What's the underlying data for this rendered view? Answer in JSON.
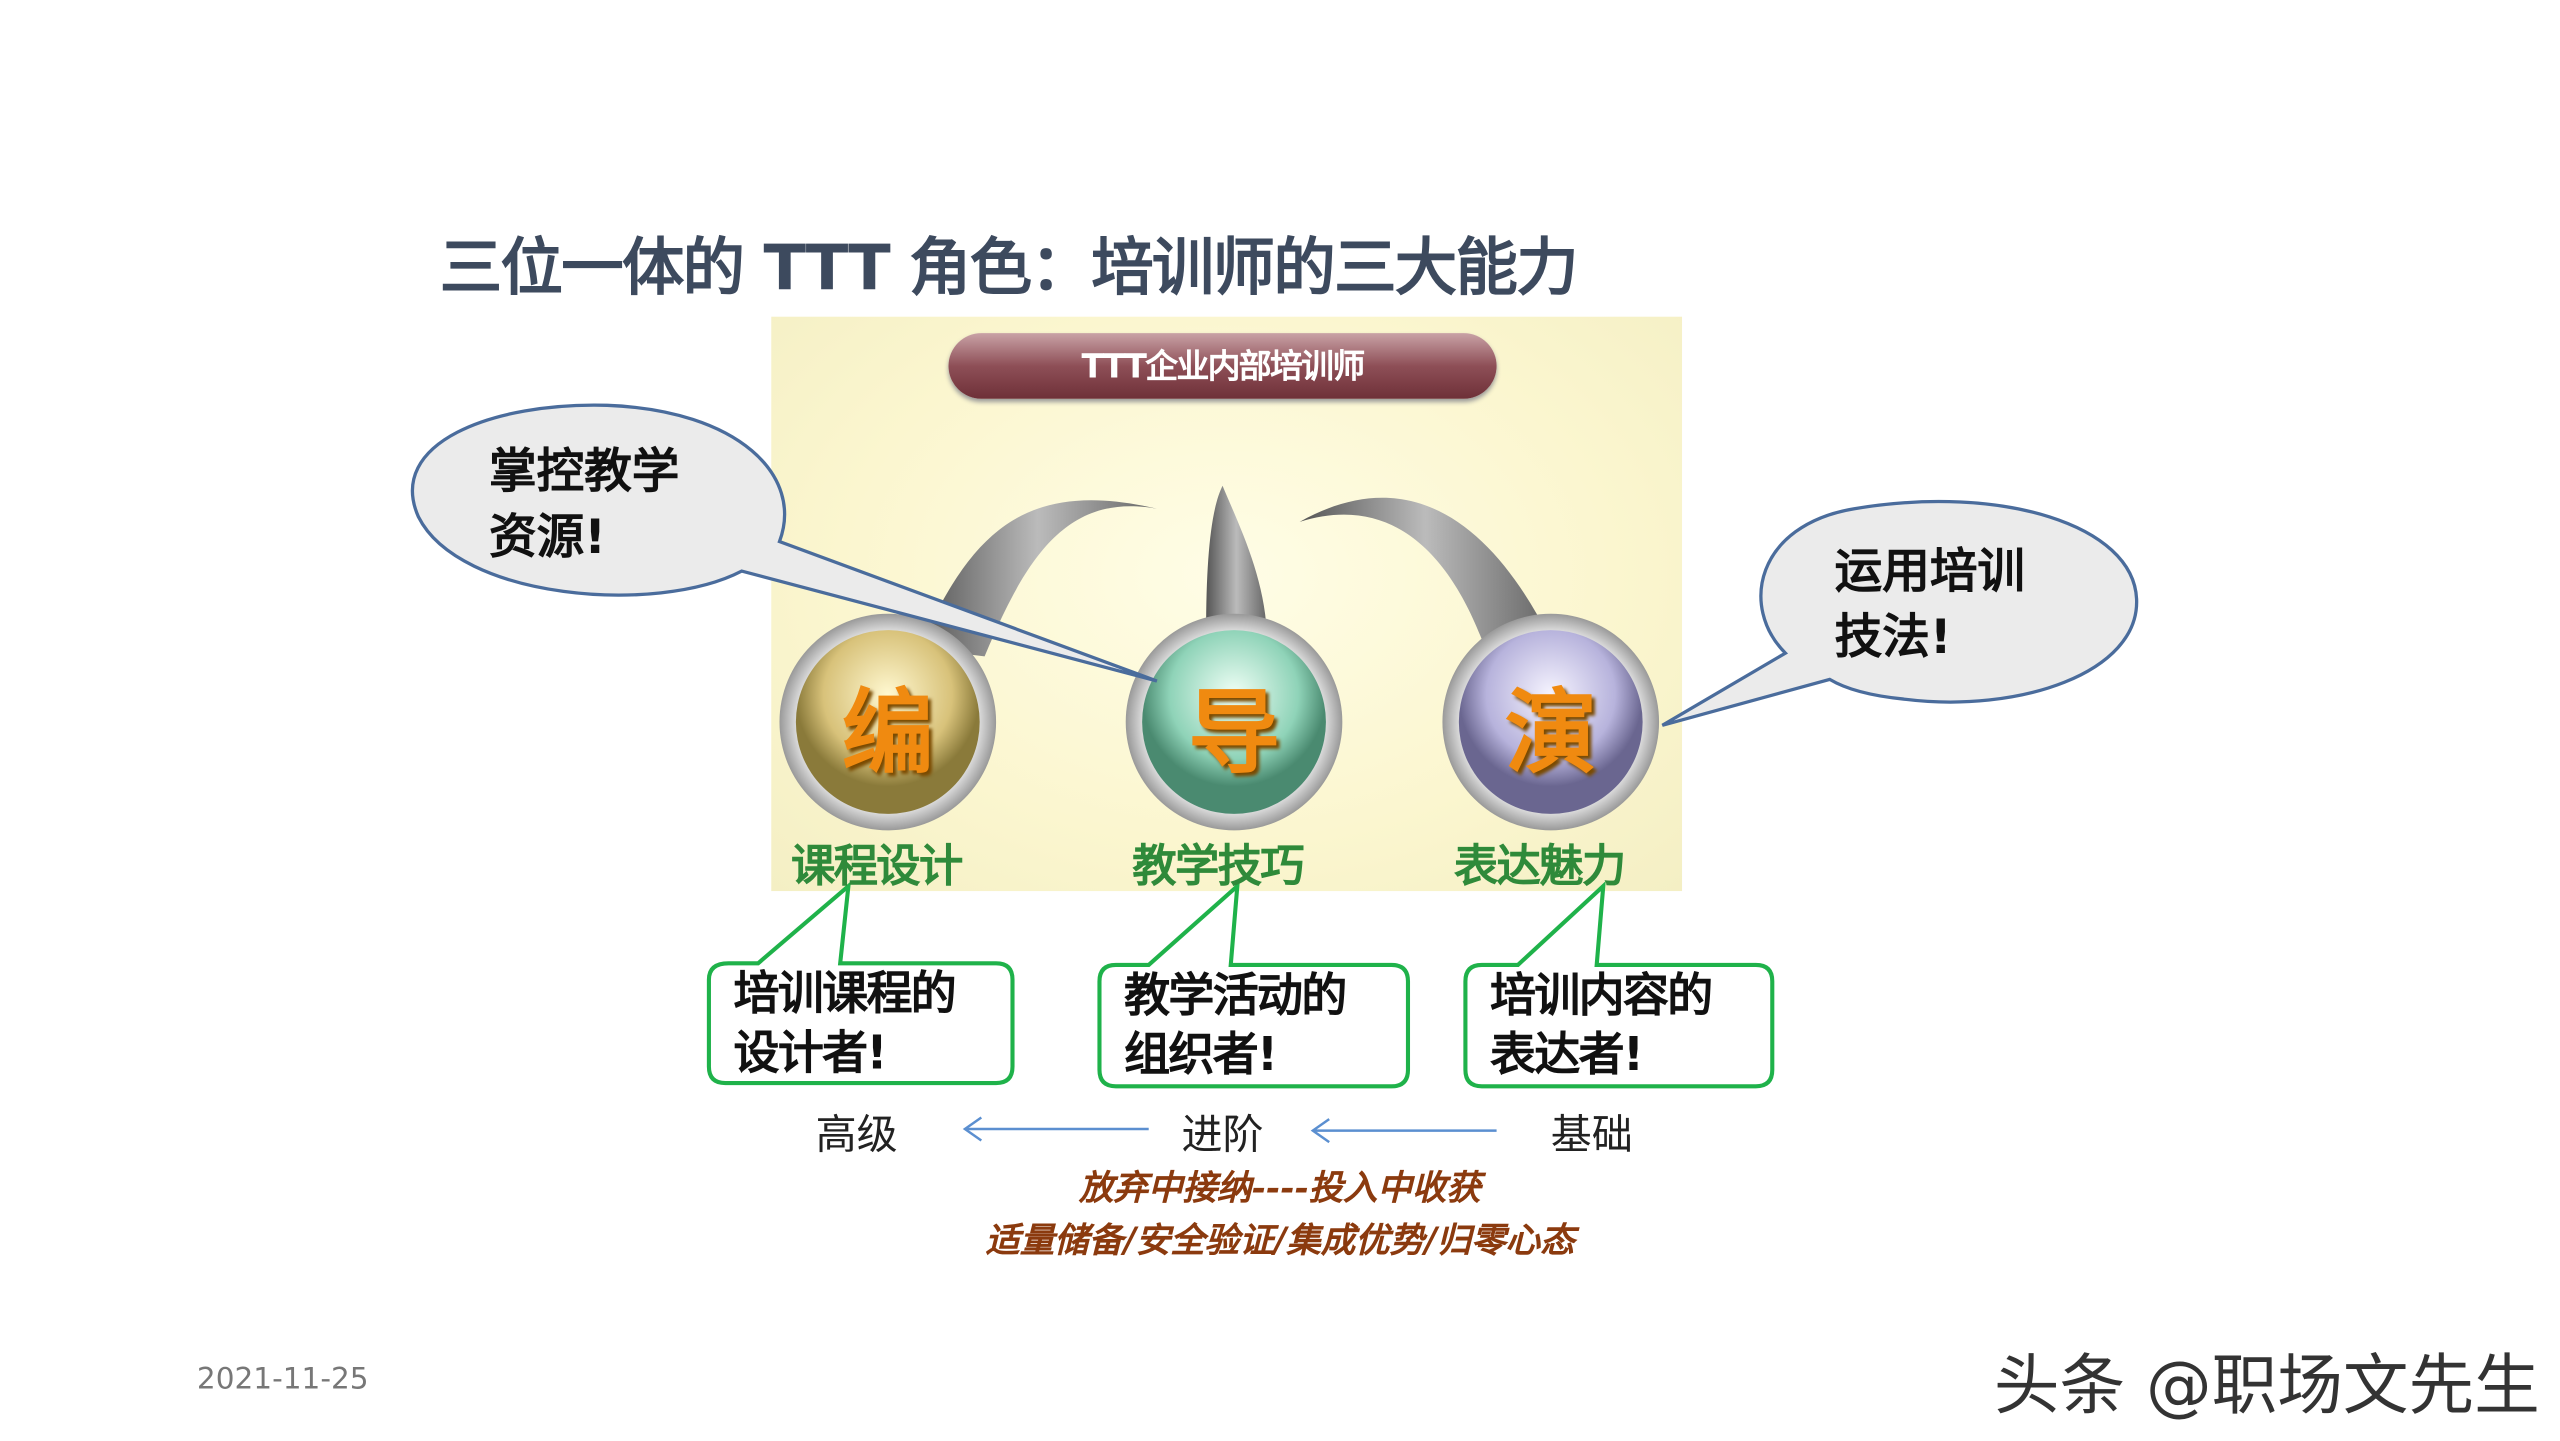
{
  "title": "三位一体的 TTT 角色：培训师的三大能力",
  "banner": "TTT企业内部培训师",
  "roles": [
    {
      "glyph": "编",
      "skill": "课程设计",
      "description": [
        "培训课程的",
        "设计者!"
      ],
      "color": "#d8c27a"
    },
    {
      "glyph": "导",
      "skill": "教学技巧",
      "description": [
        "教学活动的",
        "组织者!"
      ],
      "color": "#8fd3b8"
    },
    {
      "glyph": "演",
      "skill": "表达魅力",
      "description": [
        "培训内容的",
        "表达者!"
      ],
      "color": "#b7b3dc"
    }
  ],
  "bubbles": {
    "left": [
      "掌控教学",
      "资源!"
    ],
    "right": [
      "运用培训",
      "技法!"
    ]
  },
  "levels": [
    "高级",
    "进阶",
    "基础"
  ],
  "mottos": [
    "放弃中接纳----投入中收获",
    "适量储备/安全验证/集成优势/归零心态"
  ],
  "date": "2021-11-25",
  "watermark": "头条 @职场文先生"
}
